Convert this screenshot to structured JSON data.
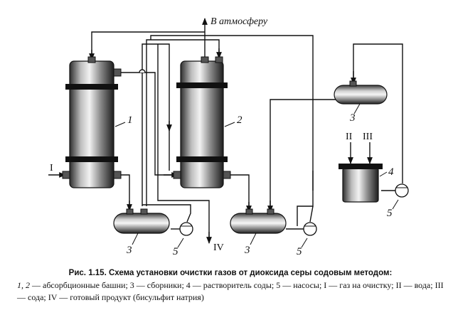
{
  "labels": {
    "tower1": "1",
    "tower2": "2",
    "collector_a": "3",
    "collector_b": "3",
    "collector_c": "3",
    "dissolver": "4",
    "pump_a": "5",
    "pump_b": "5",
    "pump_c": "5",
    "gas_in": "I",
    "water": "II",
    "soda": "III",
    "product": "IV",
    "atmosphere": "В атмосферу"
  },
  "caption": {
    "title": "Рис. 1.15. Схема установки очистки газов от диоксида серы содовым методом:",
    "body_1_2": "1, 2",
    "body_text": " — абсорбционные башни; 3 — сборники; 4 — растворитель соды; 5 — насосы; I — газ на очистку; II — вода; III — сода; IV — готовый продукт (бисульфит натрия)"
  },
  "colors": {
    "ink": "#111111",
    "metal_light": "#d9d9d9",
    "metal_dark": "#3a3a3a"
  }
}
